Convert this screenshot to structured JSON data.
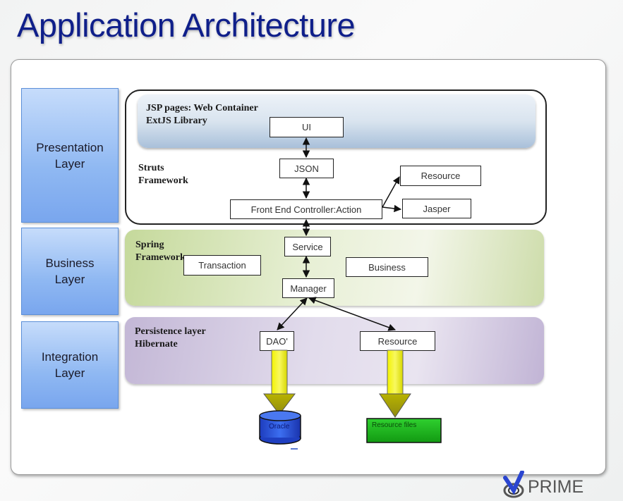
{
  "title": "Application Architecture",
  "layers": [
    {
      "label": "Presentation\nLayer"
    },
    {
      "label": "Business\nLayer"
    },
    {
      "label": "Integration\nLayer"
    }
  ],
  "presentation": {
    "container_label": "JSP pages: Web Container\nExtJS Library",
    "framework_label": "Struts\nFramework",
    "boxes": {
      "ui": "UI",
      "json": "JSON",
      "controller": "Front End Controller:Action",
      "resource": "Resource",
      "jasper": "Jasper"
    }
  },
  "business": {
    "framework_label": "Spring\nFramework",
    "boxes": {
      "service": "Service",
      "transaction": "Transaction",
      "business": "Business",
      "manager": "Manager"
    }
  },
  "integration": {
    "framework_label": "Persistence layer\nHibernate",
    "boxes": {
      "dao": "DAO'",
      "resource": "Resource"
    }
  },
  "stores": {
    "oracle": "Oracle",
    "resource_files": "Resource files"
  },
  "colors": {
    "title": "#0f1f8a",
    "layer_blue": "#8fb8f2",
    "spring_green": "#c5d99b",
    "persist_purple": "#c3b7d6",
    "arrow_yellow": "#e8e800",
    "oracle_blue": "#2f56d6",
    "files_green": "#1fb51f"
  },
  "logo": {
    "text": "PRIME"
  }
}
